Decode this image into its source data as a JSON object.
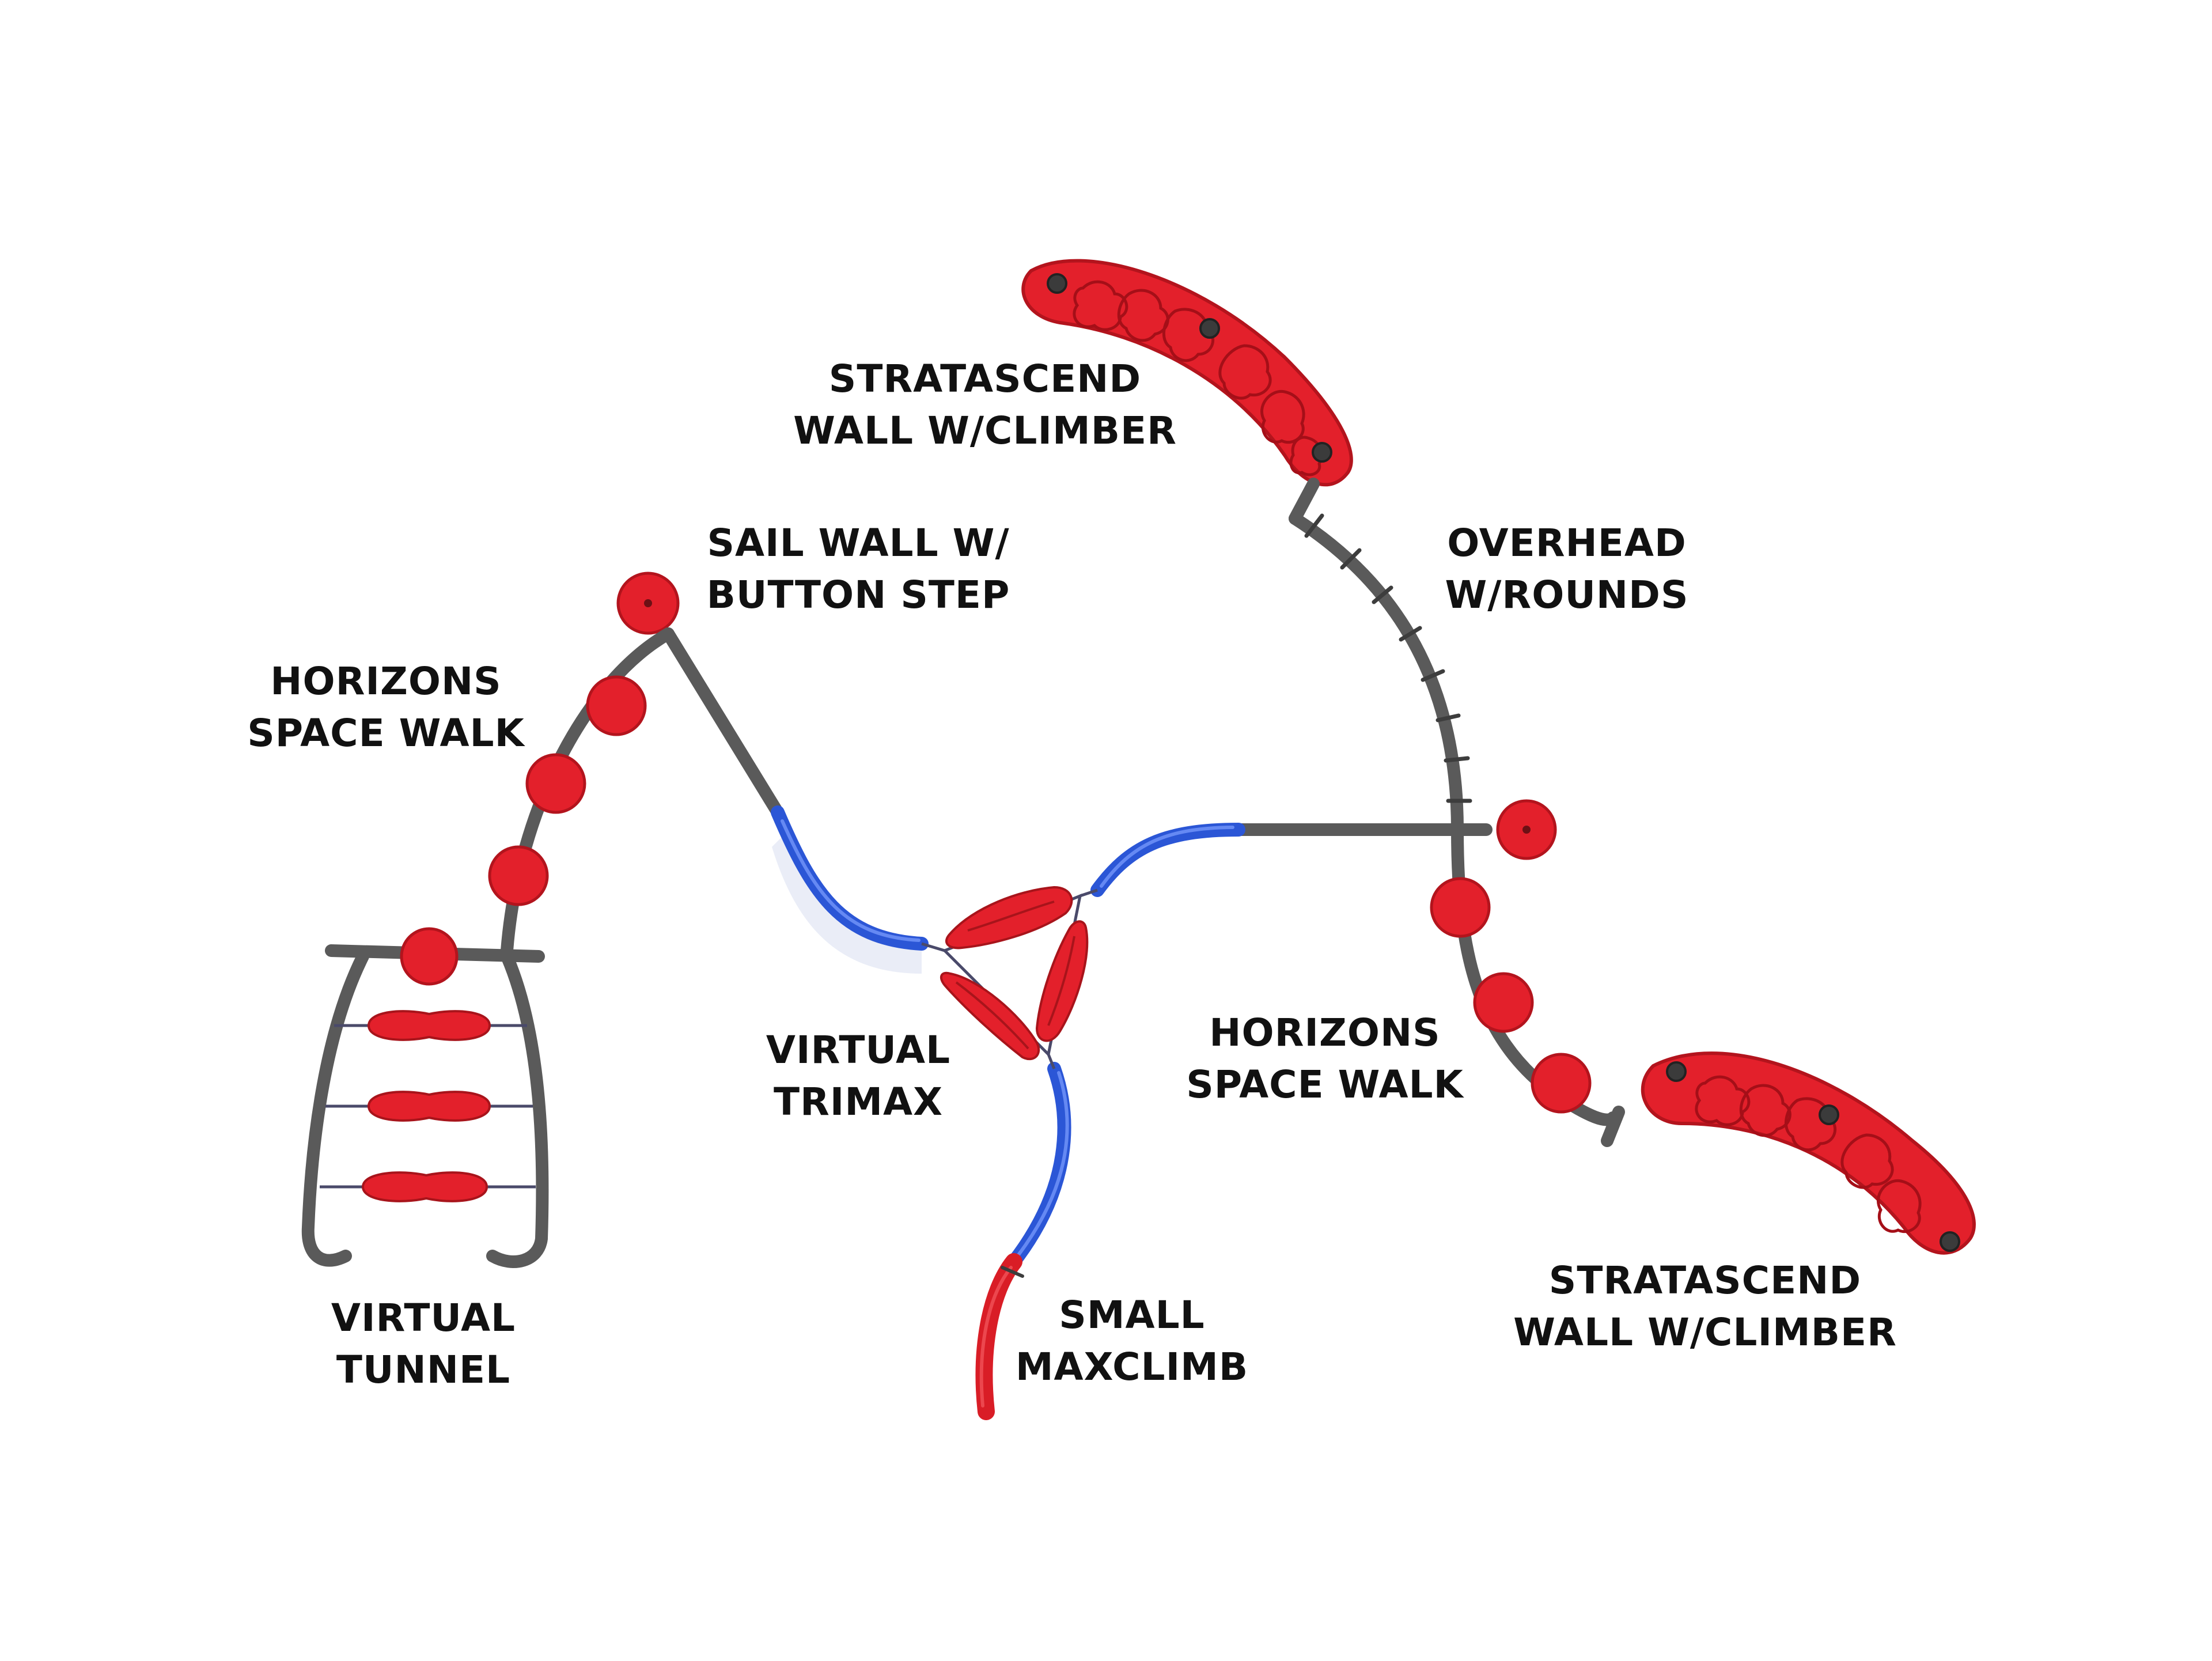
{
  "labels": {
    "stratascend_top": [
      "STRATASCEND",
      "WALL W/CLIMBER"
    ],
    "sail_wall": [
      "SAIL WALL W/",
      "BUTTON STEP"
    ],
    "overhead": [
      "OVERHEAD",
      "W/ROUNDS"
    ],
    "horizons_left": [
      "HORIZONS",
      "SPACE WALK"
    ],
    "virtual_trimax": [
      "VIRTUAL",
      "TRIMAX"
    ],
    "horizons_right": [
      "HORIZONS",
      "SPACE WALK"
    ],
    "virtual_tunnel": [
      "VIRTUAL",
      "TUNNEL"
    ],
    "small_maxclimb": [
      "SMALL",
      "MAXCLIMB"
    ],
    "stratascend_bottom": [
      "STRATASCEND",
      "WALL W/CLIMBER"
    ]
  },
  "colors": {
    "component_red": "#e3202b",
    "pole_gray": "#5a5a5a",
    "bridge_blue": "#2b56d6",
    "label_text": "#111111"
  }
}
